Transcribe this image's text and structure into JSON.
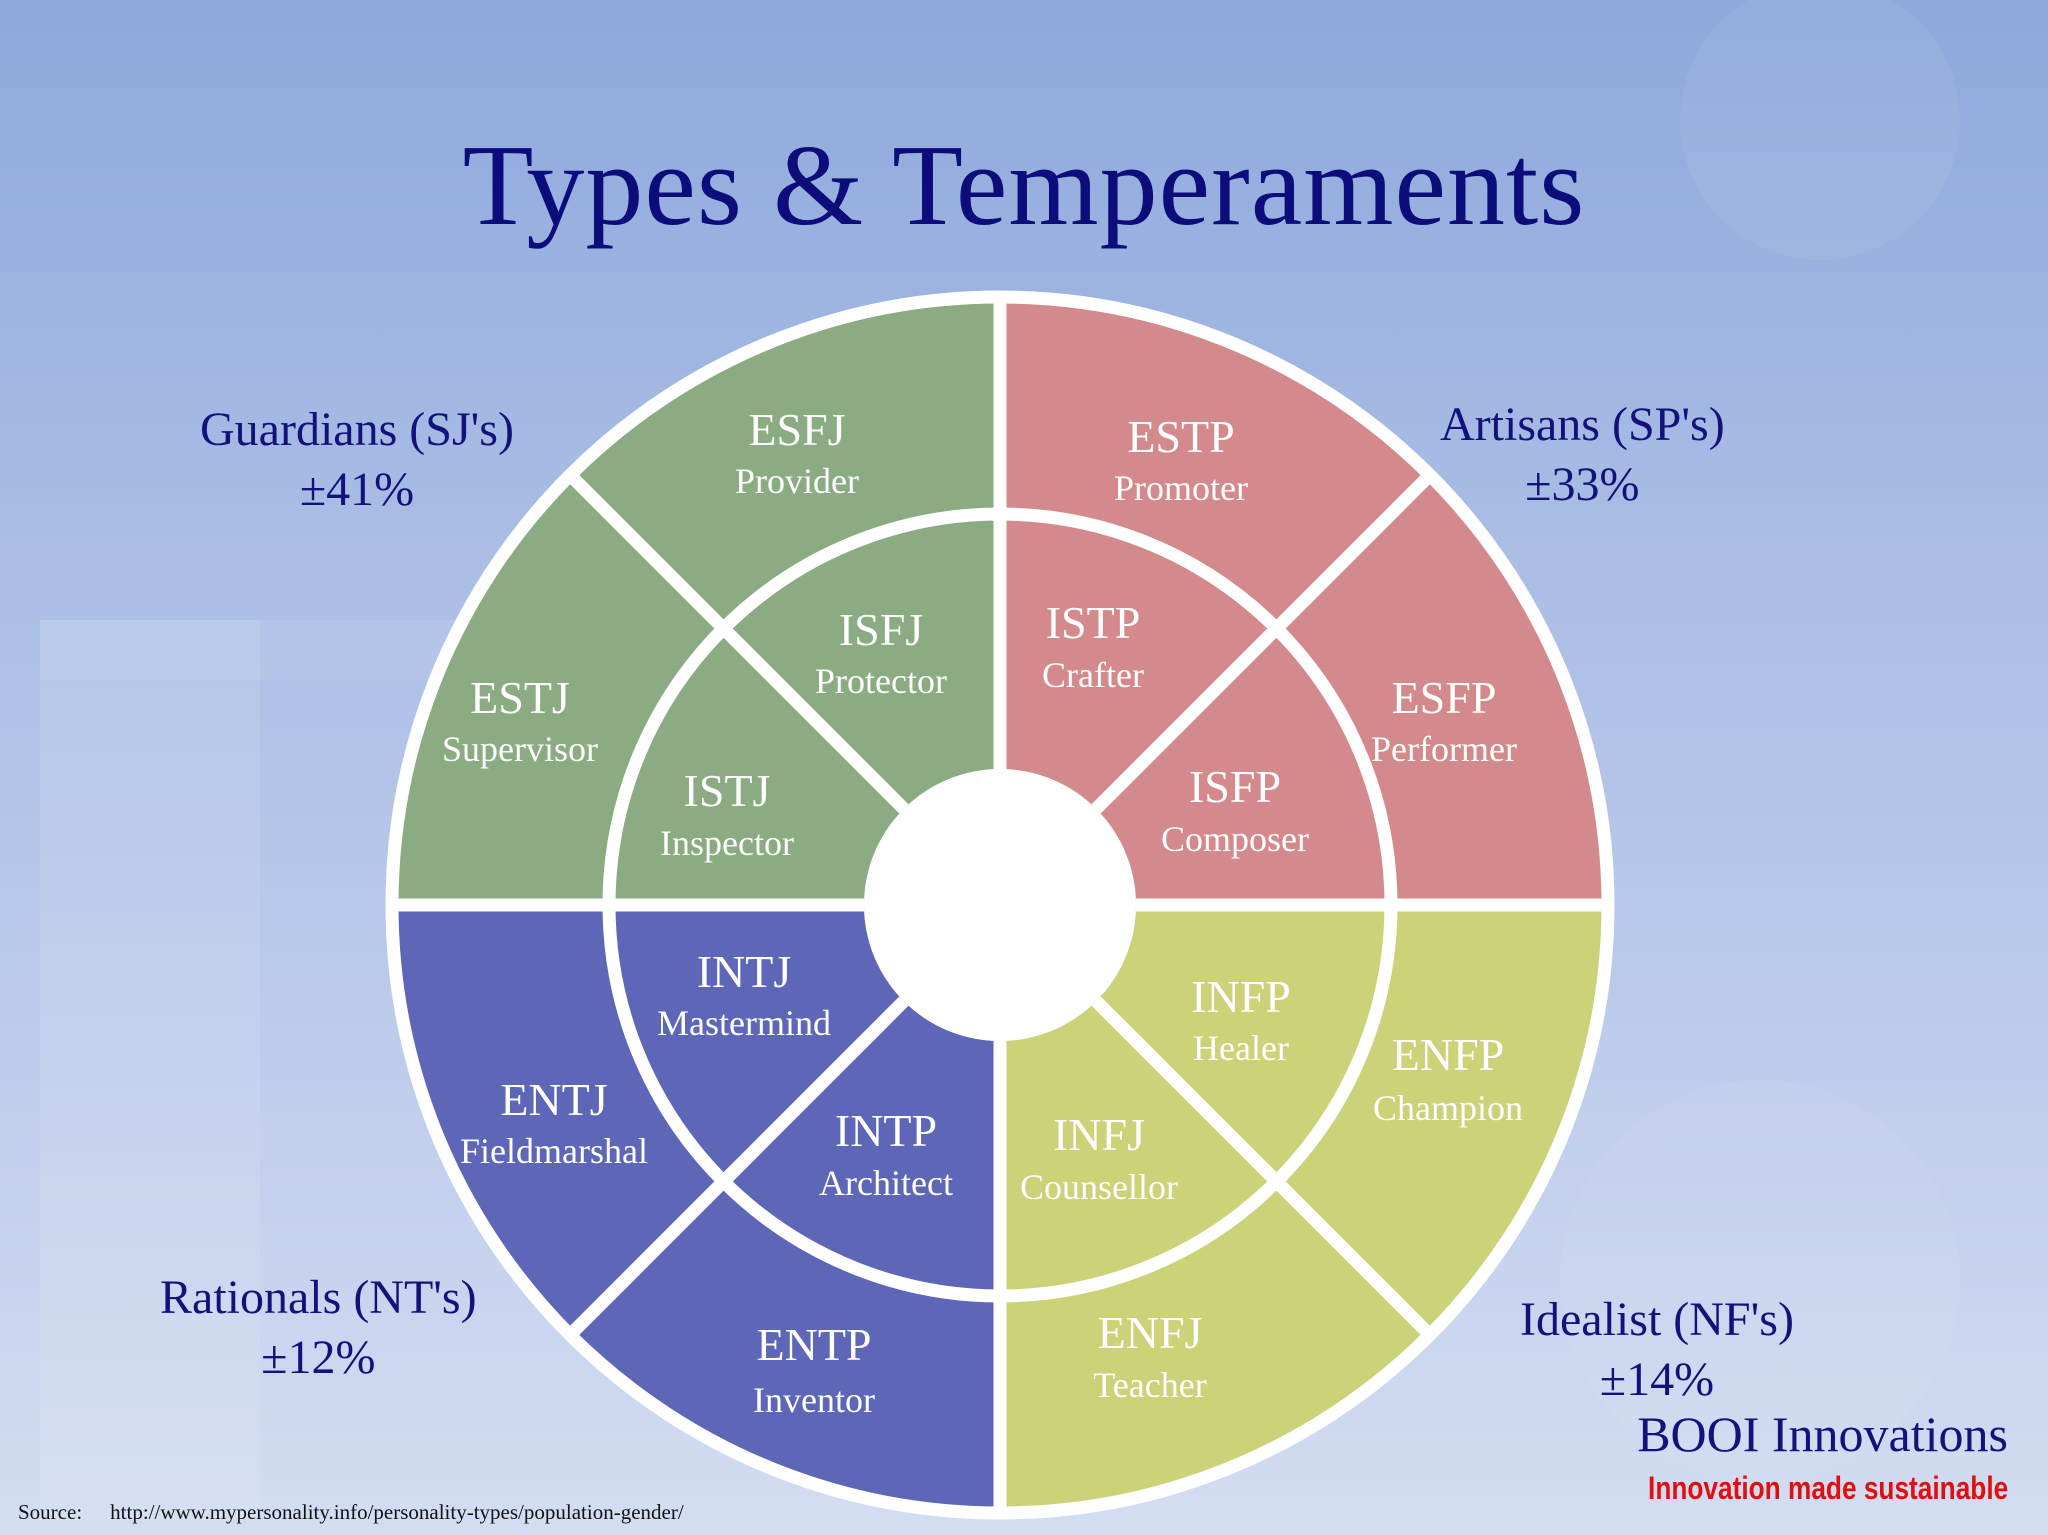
{
  "title": "Types & Temperaments",
  "colors": {
    "guardians": "#8bab82",
    "artisans": "#d48a8c",
    "rationals": "#5e66b8",
    "idealists": "#ccd278",
    "ring": "#ffffff",
    "title": "#0c0c7a",
    "tagline": "#e01010"
  },
  "groups": {
    "guardians": {
      "name": "Guardians (SJ's)",
      "pct": "±41%"
    },
    "artisans": {
      "name": "Artisans (SP's)",
      "pct": "±33%"
    },
    "rationals": {
      "name": "Rationals (NT's)",
      "pct": "±12%"
    },
    "idealists": {
      "name": "Idealist (NF's)",
      "pct": "±14%"
    }
  },
  "types": {
    "esfj": {
      "code": "ESFJ",
      "role": "Provider"
    },
    "estj": {
      "code": "ESTJ",
      "role": "Supervisor"
    },
    "isfj": {
      "code": "ISFJ",
      "role": "Protector"
    },
    "istj": {
      "code": "ISTJ",
      "role": "Inspector"
    },
    "estp": {
      "code": "ESTP",
      "role": "Promoter"
    },
    "esfp": {
      "code": "ESFP",
      "role": "Performer"
    },
    "istp": {
      "code": "ISTP",
      "role": "Crafter"
    },
    "isfp": {
      "code": "ISFP",
      "role": "Composer"
    },
    "entj": {
      "code": "ENTJ",
      "role": "Fieldmarshal"
    },
    "entp": {
      "code": "ENTP",
      "role": "Inventor"
    },
    "intj": {
      "code": "INTJ",
      "role": "Mastermind"
    },
    "intp": {
      "code": "INTP",
      "role": "Architect"
    },
    "enfp": {
      "code": "ENFP",
      "role": "Champion"
    },
    "enfj": {
      "code": "ENFJ",
      "role": "Teacher"
    },
    "infp": {
      "code": "INFP",
      "role": "Healer"
    },
    "infj": {
      "code": "INFJ",
      "role": "Counsellor"
    }
  },
  "brand": {
    "name": "BOOI Innovations",
    "tagline": "Innovation made sustainable"
  },
  "source": {
    "label": "Source:",
    "url": "http://www.mypersonality.info/personality-types/population-gender/"
  }
}
